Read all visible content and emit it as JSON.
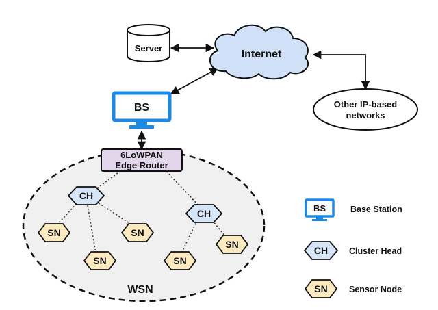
{
  "nodes": {
    "server": "Server",
    "internet": "Internet",
    "other_networks": [
      "Other IP-based",
      "networks"
    ],
    "bs": "BS",
    "edge_router": [
      "6LoWPAN",
      "Edge Router"
    ],
    "ch": "CH",
    "sn": "SN",
    "wsn": "WSN"
  },
  "legend": {
    "bs_icon": "BS",
    "bs": "Base Station",
    "ch_icon": "CH",
    "ch": "Cluster Head",
    "sn_icon": "SN",
    "sn": "Sensor Node"
  },
  "colors": {
    "cloud": "#cfe0f7",
    "ch": "#d6e6f8",
    "sn": "#fbeac0",
    "router": "#e3d5ec",
    "bs_frame": "#1e88e5",
    "wsn_area": "#f0f0f0"
  }
}
